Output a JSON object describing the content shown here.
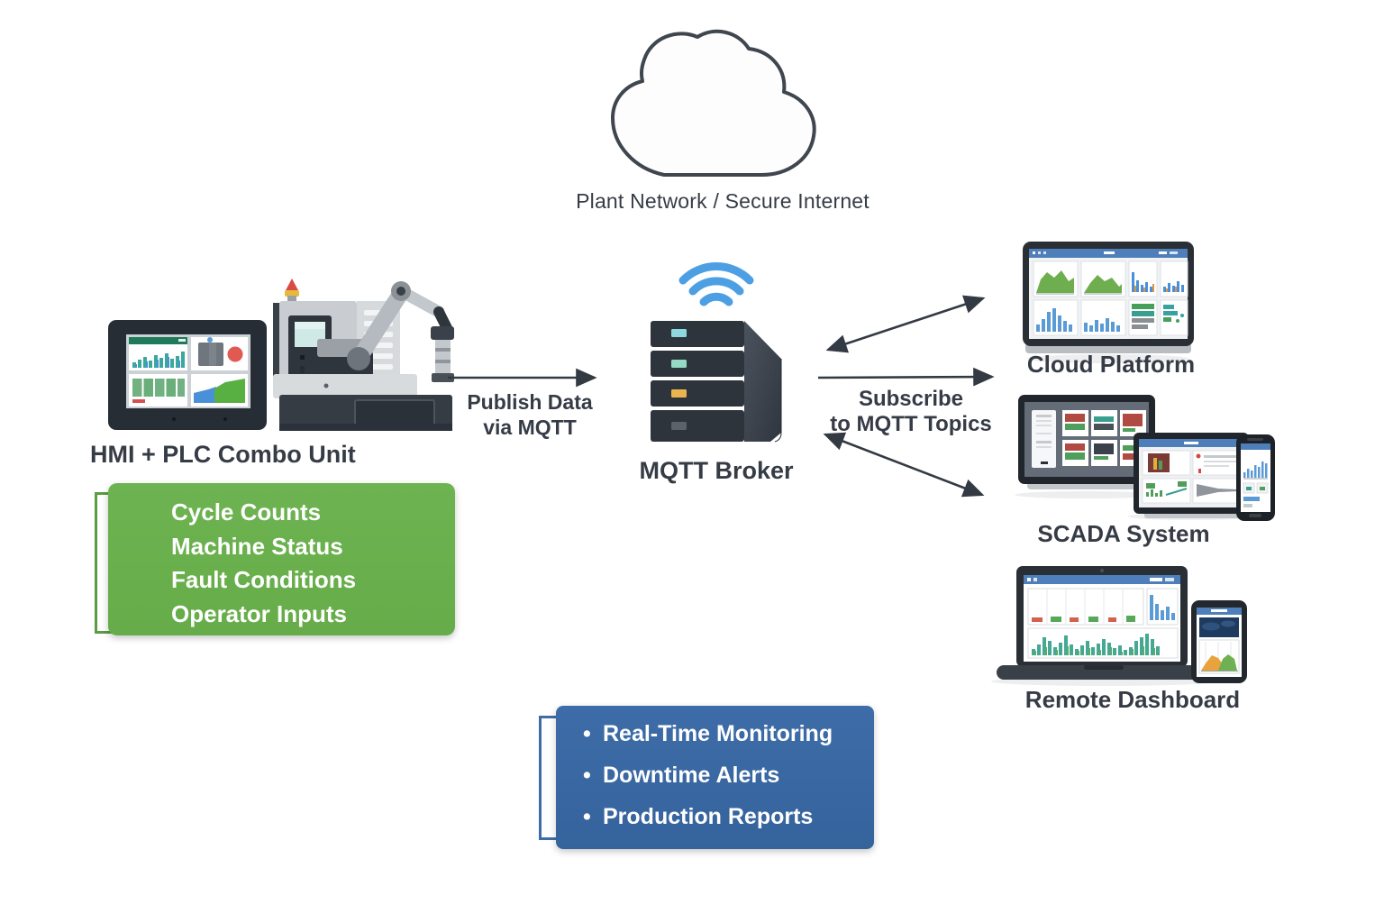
{
  "cloud": {
    "label": "Plant Network / Secure Internet"
  },
  "edge_device": {
    "label": "HMI + PLC Combo Unit"
  },
  "published_data": {
    "items": [
      "Cycle Counts",
      "Machine Status",
      "Fault Conditions",
      "Operator Inputs"
    ]
  },
  "broker": {
    "label": "MQTT Broker"
  },
  "publish_arrow": {
    "line1": "Publish Data",
    "line2": "via MQTT"
  },
  "subscribe_arrow": {
    "line1": "Subscribe",
    "line2": "to MQTT Topics"
  },
  "subscribers": {
    "cloud_platform": "Cloud Platform",
    "scada": "SCADA System",
    "remote": "Remote Dashboard"
  },
  "benefits": {
    "bullet": "•",
    "items": [
      "Real-Time Monitoring",
      "Downtime Alerts",
      "Production Reports"
    ]
  },
  "colors": {
    "publish_box_green": "#6ab04d",
    "benefits_box_blue": "#38669f",
    "wifi_blue": "#4d9fe3",
    "text_dark": "#363c46",
    "screen_header_blue": "#4f7fba"
  }
}
